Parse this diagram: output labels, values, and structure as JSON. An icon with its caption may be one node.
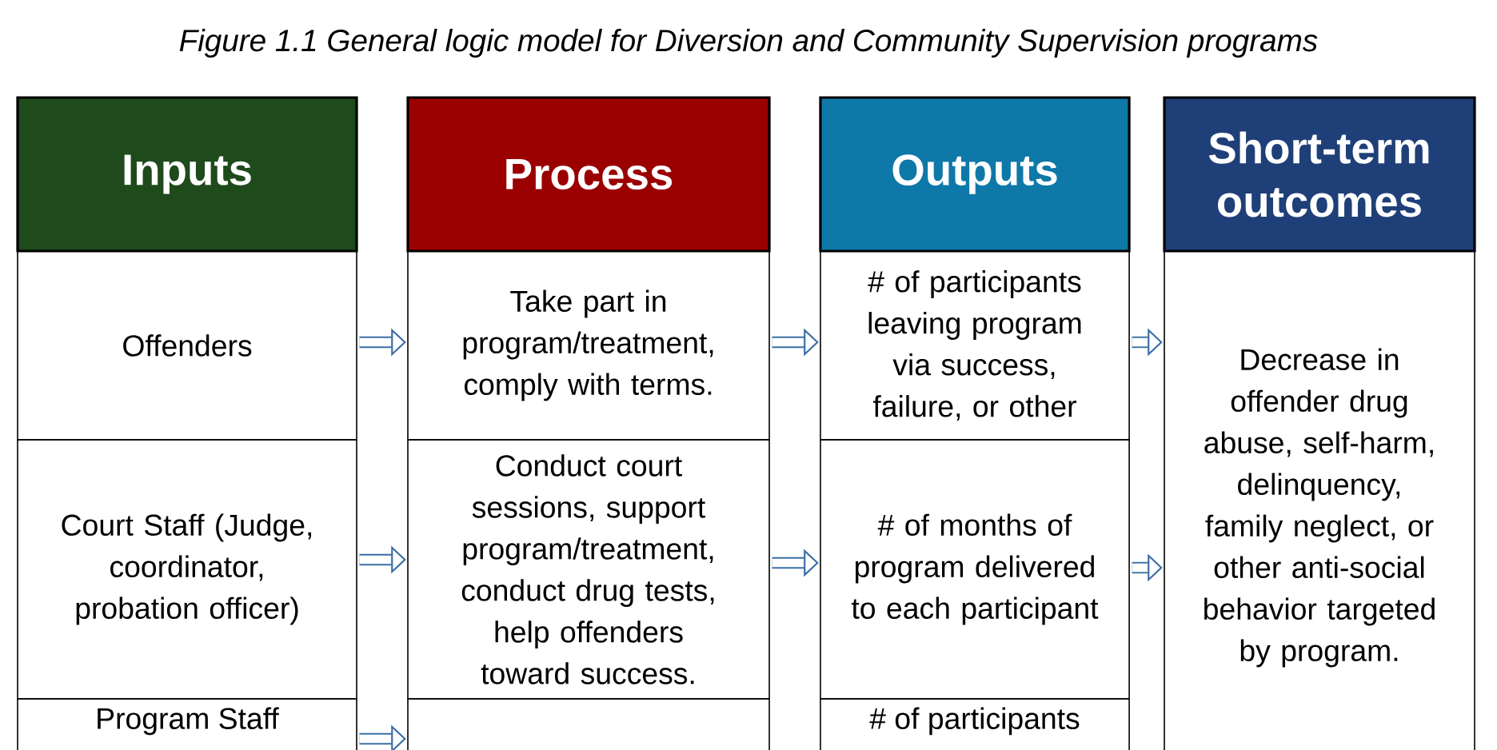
{
  "diagram": {
    "title": "Figure 1.1 General logic model for Diversion and Community Supervision programs",
    "nodes": [
      {
        "text": [
          "Inputs"
        ]
      },
      {
        "text": [
          "Process"
        ]
      },
      {
        "text": [
          "Outputs"
        ]
      },
      {
        "text": [
          "Short-term outcomes"
        ]
      },
      {
        "text": [
          "Offenders"
        ]
      },
      {
        "text": [
          "Take part in program/treatment, comply with terms."
        ]
      },
      {
        "text": [
          "# of participants leaving program via success, failure, or other"
        ]
      },
      {
        "text": [
          "Decrease in offender drug abuse, self-harm, delinquency, family neglect, or other anti-social behavior targeted by program."
        ]
      },
      {
        "text": [
          "Court Staff (Judge, coordinator, probation officer)"
        ]
      },
      {
        "text": [
          "Conduct court sessions, support program/treatment, conduct drug tests, help offenders toward success."
        ]
      },
      {
        "text": [
          "# of months of program delivered to each participant"
        ]
      },
      {
        "text": [
          "Program Staff"
        ]
      },
      {
        "text": [],
        "shape": "box"
      },
      {
        "text": [
          "# of participants"
        ]
      }
    ],
    "edges": [
      {
        "from": 4,
        "to": 5,
        "arrow": "to"
      },
      {
        "from": 5,
        "to": 6,
        "arrow": "to"
      },
      {
        "from": 6,
        "to": 7,
        "arrow": "to"
      },
      {
        "from": 8,
        "to": 9,
        "arrow": "to"
      },
      {
        "from": 9,
        "to": 10,
        "arrow": "to"
      },
      {
        "from": 10,
        "to": 7,
        "arrow": "to"
      },
      {
        "from": 11,
        "to": 12,
        "arrow": "to"
      }
    ]
  }
}
